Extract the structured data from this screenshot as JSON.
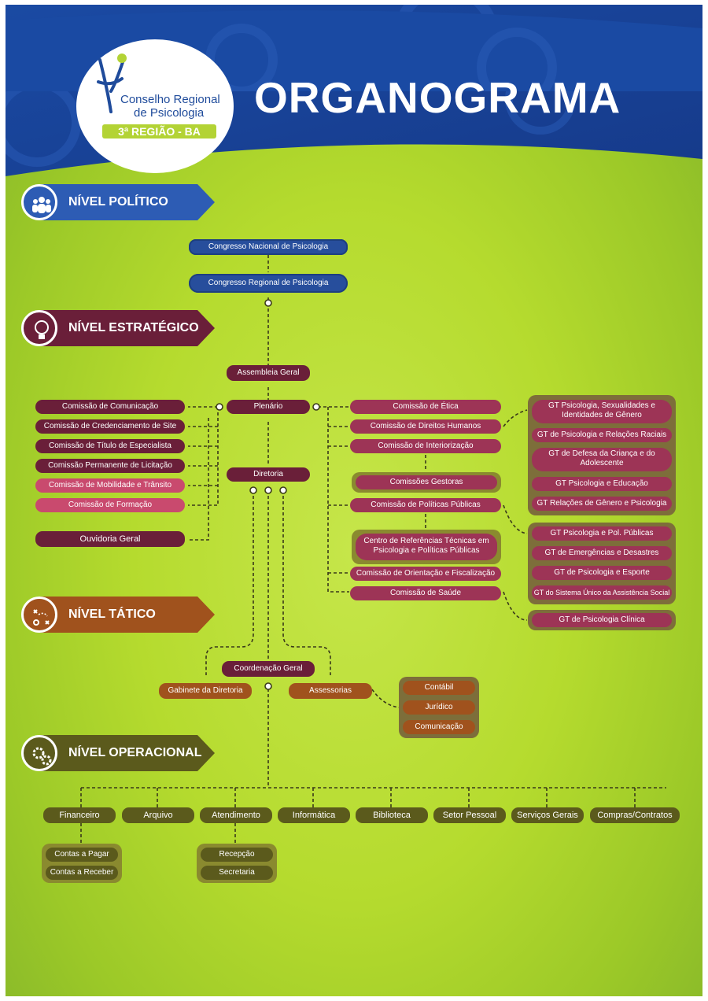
{
  "title": "ORGANOGRAMA",
  "logo": {
    "line1": "Conselho Regional",
    "line2": "de Psicologia",
    "badge": "3ª REGIÃO - BA"
  },
  "levels": {
    "politico": "NÍVEL POLÍTICO",
    "estrategico": "NÍVEL ESTRATÉGICO",
    "tatico": "NÍVEL TÁTICO",
    "operacional": "NÍVEL OPERACIONAL"
  },
  "colors": {
    "blue": "#274e9c",
    "wine": "#6a1f39",
    "rose": "#9d3456",
    "pink": "#c94a6e",
    "brown": "#a0521d",
    "olive": "#5b5a1c",
    "background": "#b5db2e"
  },
  "icons": {
    "politico": "people-icon",
    "estrategico": "lightbulb-icon",
    "tatico": "tactics-icon",
    "operacional": "gears-icon"
  },
  "nodes": {
    "congresso_nacional": "Congresso Nacional de Psicologia",
    "congresso_regional": "Congresso Regional de Psicologia",
    "assembleia": "Assembleia Geral",
    "plenario": "Plenário",
    "diretoria": "Diretoria",
    "ouvidoria": "Ouvidoria Geral",
    "coord_geral": "Coordenação Geral",
    "gabinete": "Gabinete da Diretoria",
    "assessorias": "Assessorias",
    "comissoes_gestoras": "Comissões Gestoras",
    "centro_ref": "Centro de Referências Técnicas em Psicologia e Políticas Públicas"
  },
  "left_commissions": [
    "Comissão de Comunicação",
    "Comissão de Credenciamento de Site",
    "Comissão de Título de Especialista",
    "Comissão Permanente de Licitação",
    "Comissão de Mobilidade e Trânsito",
    "Comissão de Formação"
  ],
  "right_commissions": {
    "etica": "Comissão de Ética",
    "direitos": "Comissão de Direitos Humanos",
    "interiorizacao": "Comissão de Interiorização",
    "politicas": "Comissão de Políticas Públicas",
    "orientacao": "Comissão de Orientação e Fiscalização",
    "saude": "Comissão de Saúde"
  },
  "gt_group1": [
    "GT Psicologia, Sexualidades e Identidades de Gênero",
    "GT de Psicologia e Relações Raciais",
    "GT de Defesa da Criança e do Adolescente",
    "GT Psicologia e Educação",
    "GT Relações de Gênero e Psicologia"
  ],
  "gt_group2": [
    "GT Psicologia e Pol. Públicas",
    "GT de Emergências e Desastres",
    "GT de Psicologia e Esporte",
    "GT do Sistema Único da Assistência Social"
  ],
  "gt_clinica": "GT de Psicologia Clínica",
  "assessorias_items": [
    "Contábil",
    "Jurídico",
    "Comunicação"
  ],
  "operacional": [
    "Financeiro",
    "Arquivo",
    "Atendimento",
    "Informática",
    "Biblioteca",
    "Setor Pessoal",
    "Serviços Gerais",
    "Compras/Contratos"
  ],
  "financeiro_sub": [
    "Contas a Pagar",
    "Contas a Receber"
  ],
  "atendimento_sub": [
    "Recepção",
    "Secretaria"
  ]
}
